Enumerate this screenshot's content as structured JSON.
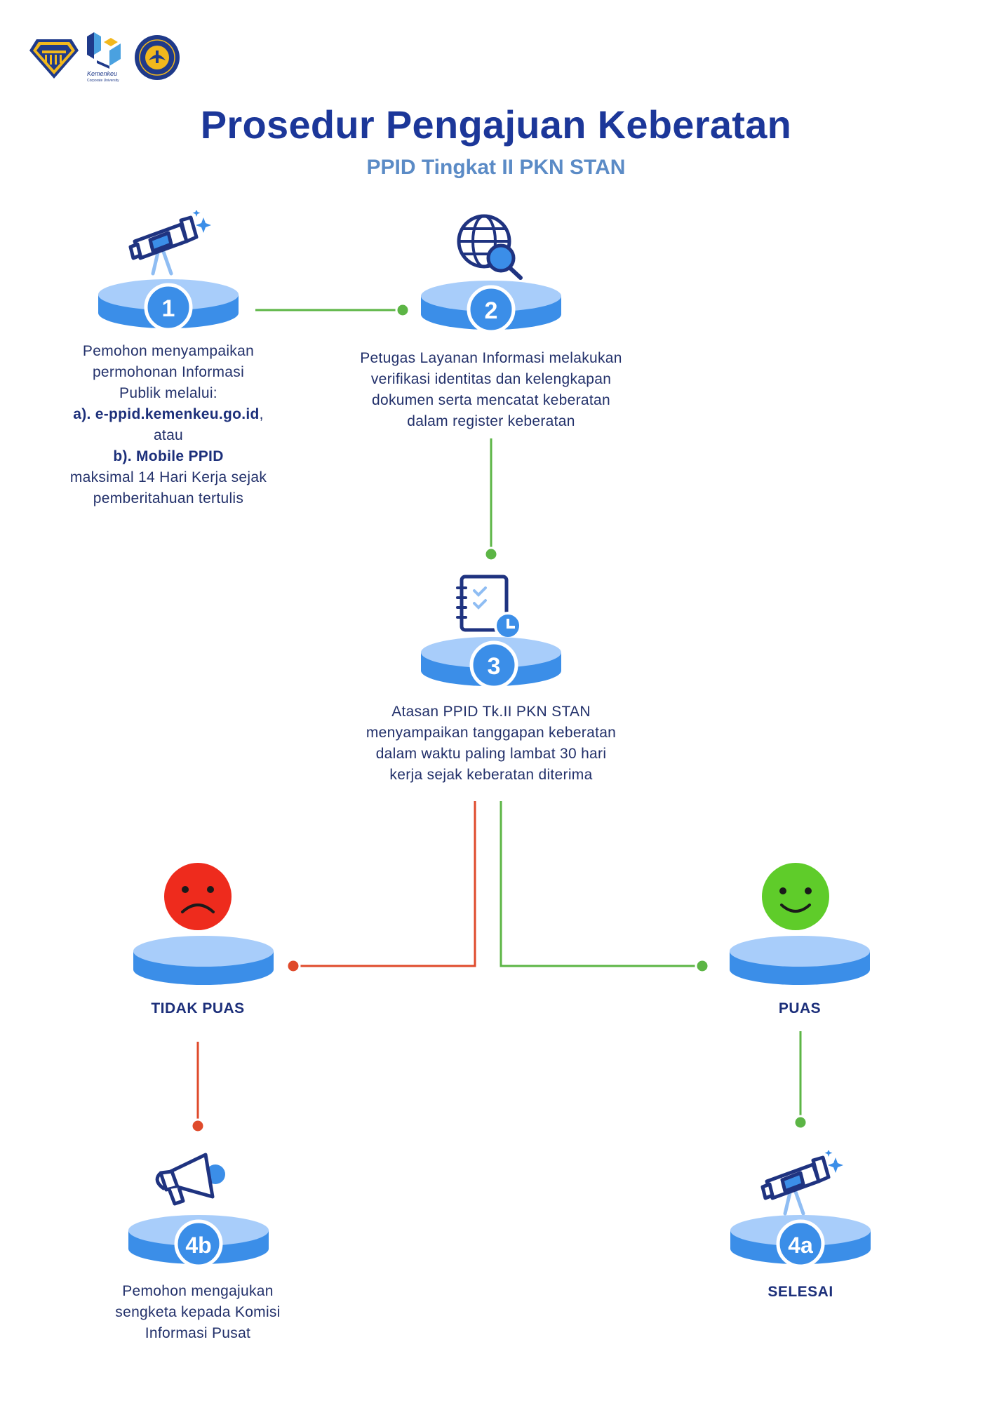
{
  "title": "Prosedur Pengajuan Keberatan",
  "subtitle": "PPID Tingkat II PKN STAN",
  "logos": {
    "kemenkeu_wordmark": "Kemenkeu",
    "kemenkeu_sub": "Corporate University"
  },
  "colors": {
    "title": "#1c3799",
    "subtitle": "#5b8bc6",
    "connector_green": "#5cb545",
    "connector_red": "#df4a2b",
    "platform_blue": "#3b8ee8",
    "platform_light": "#a8cdfa",
    "smiley_red": "#ee2b1d",
    "smiley_green": "#5fcc2a"
  },
  "steps": {
    "s1": {
      "number": "1",
      "icon": "telescope-icon",
      "line1": "Pemohon menyampaikan",
      "line2": "permohonan Informasi",
      "line3": "Publik melalui:",
      "opt_a": "a). e-ppid.kemenkeu.go.id",
      "opt_a_suffix": ",",
      "atau": "atau",
      "opt_b": "b). Mobile PPID",
      "line4": "maksimal 14 Hari Kerja sejak",
      "line5": "pemberitahuan tertulis"
    },
    "s2": {
      "number": "2",
      "icon": "globe-search-icon",
      "line1": "Petugas Layanan Informasi melakukan",
      "line2": "verifikasi identitas dan kelengkapan",
      "line3": "dokumen serta mencatat keberatan",
      "line4": "dalam register keberatan"
    },
    "s3": {
      "number": "3",
      "icon": "checklist-clock-icon",
      "line1": "Atasan PPID Tk.II PKN STAN",
      "line2": "menyampaikan tanggapan keberatan",
      "line3": "dalam waktu paling lambat 30 hari",
      "line4": "kerja sejak keberatan diterima"
    },
    "tidak_puas": {
      "label": "TIDAK PUAS",
      "icon": "sad-face-icon"
    },
    "puas": {
      "label": "PUAS",
      "icon": "happy-face-icon"
    },
    "s4b": {
      "number": "4b",
      "icon": "megaphone-icon",
      "line1": "Pemohon mengajukan",
      "line2": "sengketa kepada Komisi",
      "line3": "Informasi Pusat"
    },
    "s4a": {
      "number": "4a",
      "icon": "telescope-icon",
      "label": "SELESAI"
    }
  }
}
